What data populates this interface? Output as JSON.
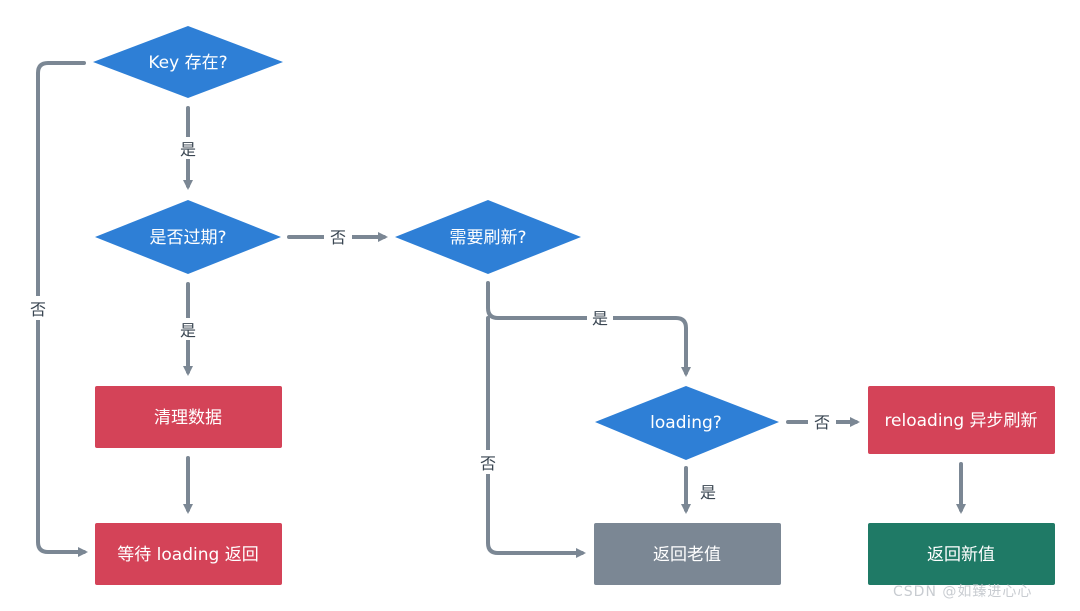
{
  "colors": {
    "decision": "#2e7fd6",
    "action_red": "#d44358",
    "action_gray": "#7b8794",
    "action_green": "#1f7a66",
    "edge": "#7b8794"
  },
  "nodes": {
    "key_exists": "Key 存在?",
    "is_expired": "是否过期?",
    "need_refresh": "需要刷新?",
    "clear_data": "清理数据",
    "wait_loading": "等待 loading 返回",
    "loading_check": "loading?",
    "async_refresh": "reloading 异步刷新",
    "return_old": "返回老值",
    "return_new": "返回新值"
  },
  "edges": [
    {
      "from": "key_exists",
      "to": "is_expired",
      "label": "是"
    },
    {
      "from": "key_exists",
      "to": "wait_loading",
      "label": "否"
    },
    {
      "from": "is_expired",
      "to": "need_refresh",
      "label": "否"
    },
    {
      "from": "is_expired",
      "to": "clear_data",
      "label": "是"
    },
    {
      "from": "clear_data",
      "to": "wait_loading",
      "label": ""
    },
    {
      "from": "need_refresh",
      "to": "loading_check",
      "label": "是"
    },
    {
      "from": "need_refresh",
      "to": "return_old",
      "label": "否"
    },
    {
      "from": "loading_check",
      "to": "async_refresh",
      "label": "否"
    },
    {
      "from": "loading_check",
      "to": "return_old",
      "label": "是"
    },
    {
      "from": "async_refresh",
      "to": "return_new",
      "label": ""
    }
  ],
  "watermark": "CSDN @如臻进心心"
}
